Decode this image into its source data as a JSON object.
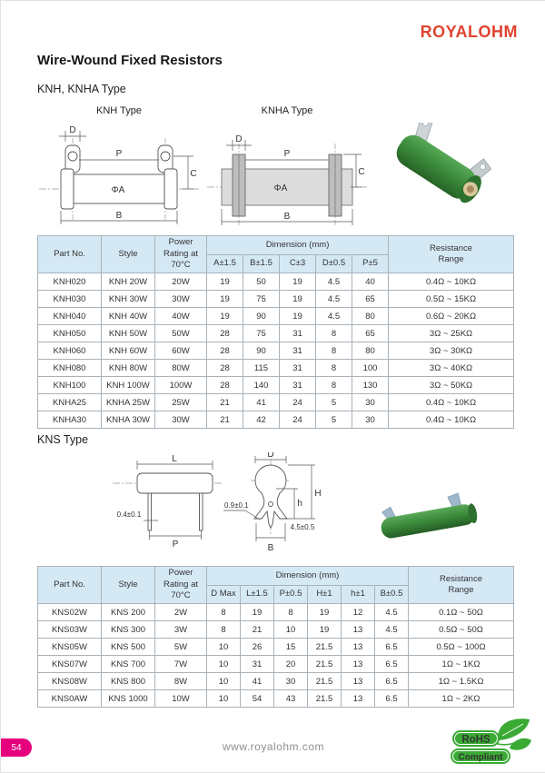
{
  "logo_text": "ROYALOHM",
  "page_title": "Wire-Wound Fixed Resistors",
  "section1": {
    "heading": "KNH, KNHA Type"
  },
  "section2": {
    "heading": "KNS Type"
  },
  "figures": {
    "knh": {
      "caption": "KNH Type",
      "dim_d": "D",
      "dim_p": "P",
      "dim_c": "C",
      "dim_a": "ΦA",
      "dim_b": "B"
    },
    "knha": {
      "caption": "KNHA Type",
      "dim_d": "D",
      "dim_p": "P",
      "dim_c": "C",
      "dim_a": "ΦA",
      "dim_b": "B"
    },
    "kns_side": {
      "dim_l": "L",
      "dim_leg": "0.4±0.1",
      "dim_p": "P"
    },
    "kns_end": {
      "dim_d": "D",
      "dim_h": "H",
      "dim_h_small": "h",
      "dim_slot": "0.9±0.1",
      "dim_tail": "4.5±0.5",
      "dim_b": "B"
    }
  },
  "tables": [
    {
      "header": {
        "part_no": "Part No.",
        "style": "Style",
        "power": "Power Rating at 70°C",
        "dimension_group": "Dimension (mm)",
        "dims": [
          "A±1.5",
          "B±1.5",
          "C±3",
          "D±0.5",
          "P±5"
        ],
        "resistance": "Resistance Range"
      },
      "rows": [
        [
          "KNH020",
          "KNH 20W",
          "20W",
          "19",
          "50",
          "19",
          "4.5",
          "40",
          "0.4Ω ~ 10KΩ"
        ],
        [
          "KNH030",
          "KNH 30W",
          "30W",
          "19",
          "75",
          "19",
          "4.5",
          "65",
          "0.5Ω ~ 15KΩ"
        ],
        [
          "KNH040",
          "KNH 40W",
          "40W",
          "19",
          "90",
          "19",
          "4.5",
          "80",
          "0.6Ω ~ 20KΩ"
        ],
        [
          "KNH050",
          "KNH 50W",
          "50W",
          "28",
          "75",
          "31",
          "8",
          "65",
          "3Ω ~ 25KΩ"
        ],
        [
          "KNH060",
          "KNH 60W",
          "60W",
          "28",
          "90",
          "31",
          "8",
          "80",
          "3Ω ~ 30KΩ"
        ],
        [
          "KNH080",
          "KNH 80W",
          "80W",
          "28",
          "115",
          "31",
          "8",
          "100",
          "3Ω ~ 40KΩ"
        ],
        [
          "KNH100",
          "KNH 100W",
          "100W",
          "28",
          "140",
          "31",
          "8",
          "130",
          "3Ω ~ 50KΩ"
        ],
        [
          "KNHA25",
          "KNHA 25W",
          "25W",
          "21",
          "41",
          "24",
          "5",
          "30",
          "0.4Ω ~ 10KΩ"
        ],
        [
          "KNHA30",
          "KNHA 30W",
          "30W",
          "21",
          "42",
          "24",
          "5",
          "30",
          "0.4Ω ~ 10KΩ"
        ]
      ]
    },
    {
      "header": {
        "part_no": "Part No.",
        "style": "Style",
        "power": "Power Rating at 70°C",
        "dimension_group": "Dimension (mm)",
        "dims": [
          "D Max",
          "L±1.5",
          "P±0.5",
          "H±1",
          "h±1",
          "B±0.5"
        ],
        "resistance": "Resistance Range"
      },
      "rows": [
        [
          "KNS02W",
          "KNS 200",
          "2W",
          "8",
          "19",
          "8",
          "19",
          "12",
          "4.5",
          "0.1Ω ~ 50Ω"
        ],
        [
          "KNS03W",
          "KNS 300",
          "3W",
          "8",
          "21",
          "10",
          "19",
          "13",
          "4.5",
          "0.5Ω ~ 50Ω"
        ],
        [
          "KNS05W",
          "KNS 500",
          "5W",
          "10",
          "26",
          "15",
          "21.5",
          "13",
          "6.5",
          "0.5Ω ~ 100Ω"
        ],
        [
          "KNS07W",
          "KNS 700",
          "7W",
          "10",
          "31",
          "20",
          "21.5",
          "13",
          "6.5",
          "1Ω ~ 1KΩ"
        ],
        [
          "KNS08W",
          "KNS 800",
          "8W",
          "10",
          "41",
          "30",
          "21.5",
          "13",
          "6.5",
          "1Ω ~ 1.5KΩ"
        ],
        [
          "KNS0AW",
          "KNS 1000",
          "10W",
          "10",
          "54",
          "43",
          "21.5",
          "13",
          "6.5",
          "1Ω ~ 2KΩ"
        ]
      ]
    }
  ],
  "footer": {
    "page_number": "54",
    "website": "www.royalohm.com",
    "rohs_line1": "RoHS",
    "rohs_line2": "Compliant"
  },
  "colors": {
    "logo_red": "#e04330",
    "table_header_blue": "#d5e9f5",
    "page_badge_magenta": "#e5007d",
    "rohs_green": "#3aaa35",
    "resistor_green": "#3c8c3c"
  }
}
